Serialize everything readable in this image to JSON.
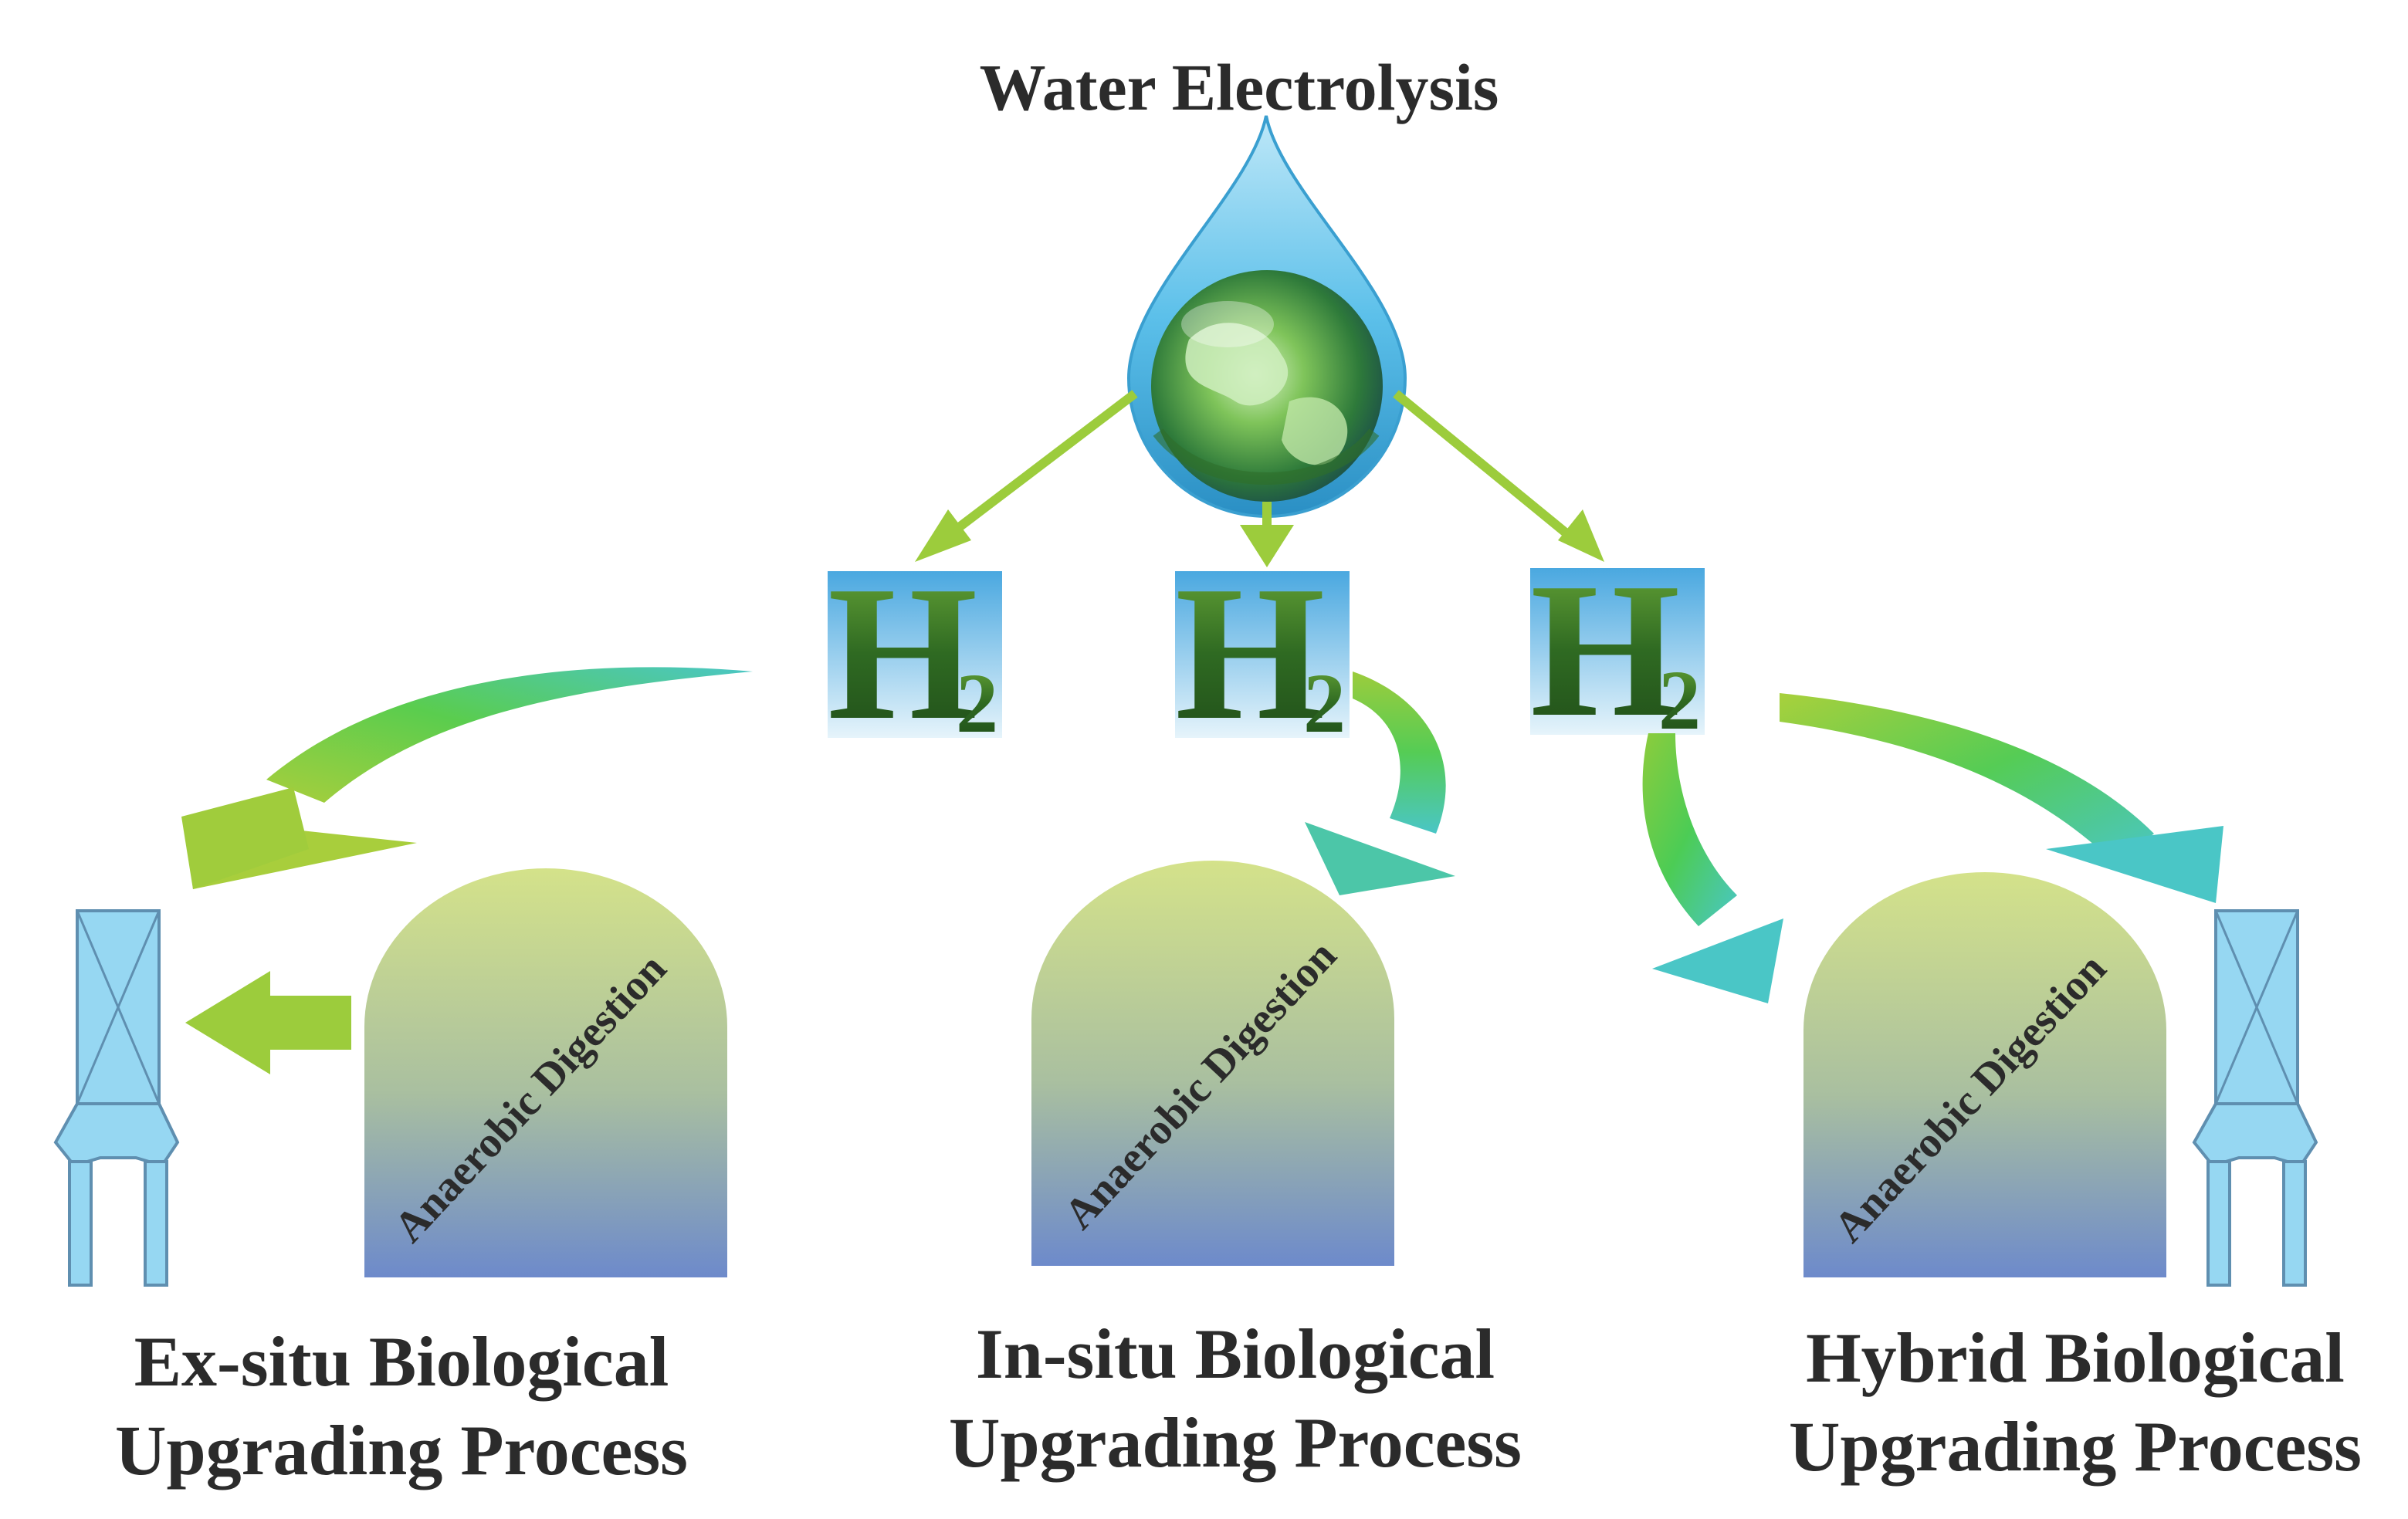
{
  "title": "Water Electrolysis",
  "h2_symbol": "H",
  "h2_subscript": "2",
  "digester_label": "Anaerobic Digestion",
  "processes": {
    "ex_situ": {
      "line1": "Ex-situ Biological",
      "line2": "Upgrading Process"
    },
    "in_situ": {
      "line1": "In-situ Biological",
      "line2": "Upgrading Process"
    },
    "hybrid": {
      "line1": "Hybrid Biological",
      "line2": "Upgrading Process"
    }
  },
  "colors": {
    "arrow_green": "#9ccc3c",
    "arrow_teal": "#4ac6c6",
    "arrow_mid_green": "#55cc55",
    "digester_top": "#d2e08a",
    "digester_bottom": "#6f8ccc",
    "reactor_fill": "#96d7f2",
    "reactor_stroke": "#5f8fb0",
    "leaf_green": "#3f7d2a",
    "sky_blue": "#7cc4ea",
    "text_dark": "#2b2b2b"
  }
}
